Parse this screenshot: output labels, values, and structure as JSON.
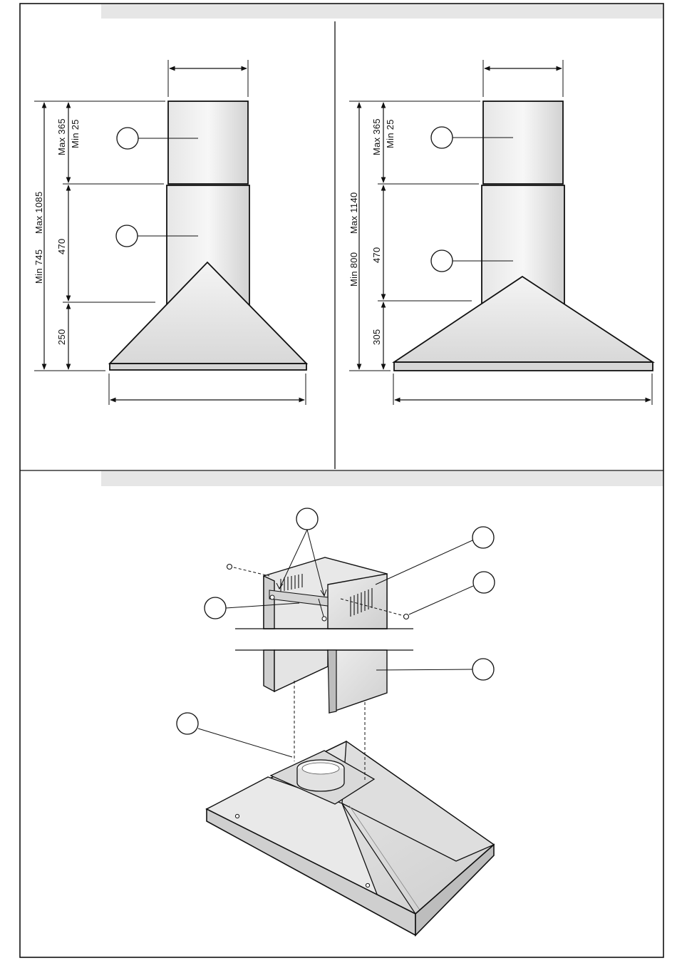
{
  "left_diagram": {
    "labels": {
      "max_total": "Max 1085",
      "min_total": "Min 745",
      "max_top": "Max 365",
      "min_top": "Min 25",
      "middle": "470",
      "bottom": "250"
    }
  },
  "right_diagram": {
    "labels": {
      "max_total": "Max 1140",
      "min_total": "Min 800",
      "max_top": "Max 365",
      "min_top": "Min 25",
      "middle": "470",
      "bottom": "305"
    }
  },
  "colors": {
    "line": "#111111",
    "header_band": "#e6e6e6",
    "metal_light": "#f4f4f4",
    "metal_dark": "#c9c9c9"
  }
}
